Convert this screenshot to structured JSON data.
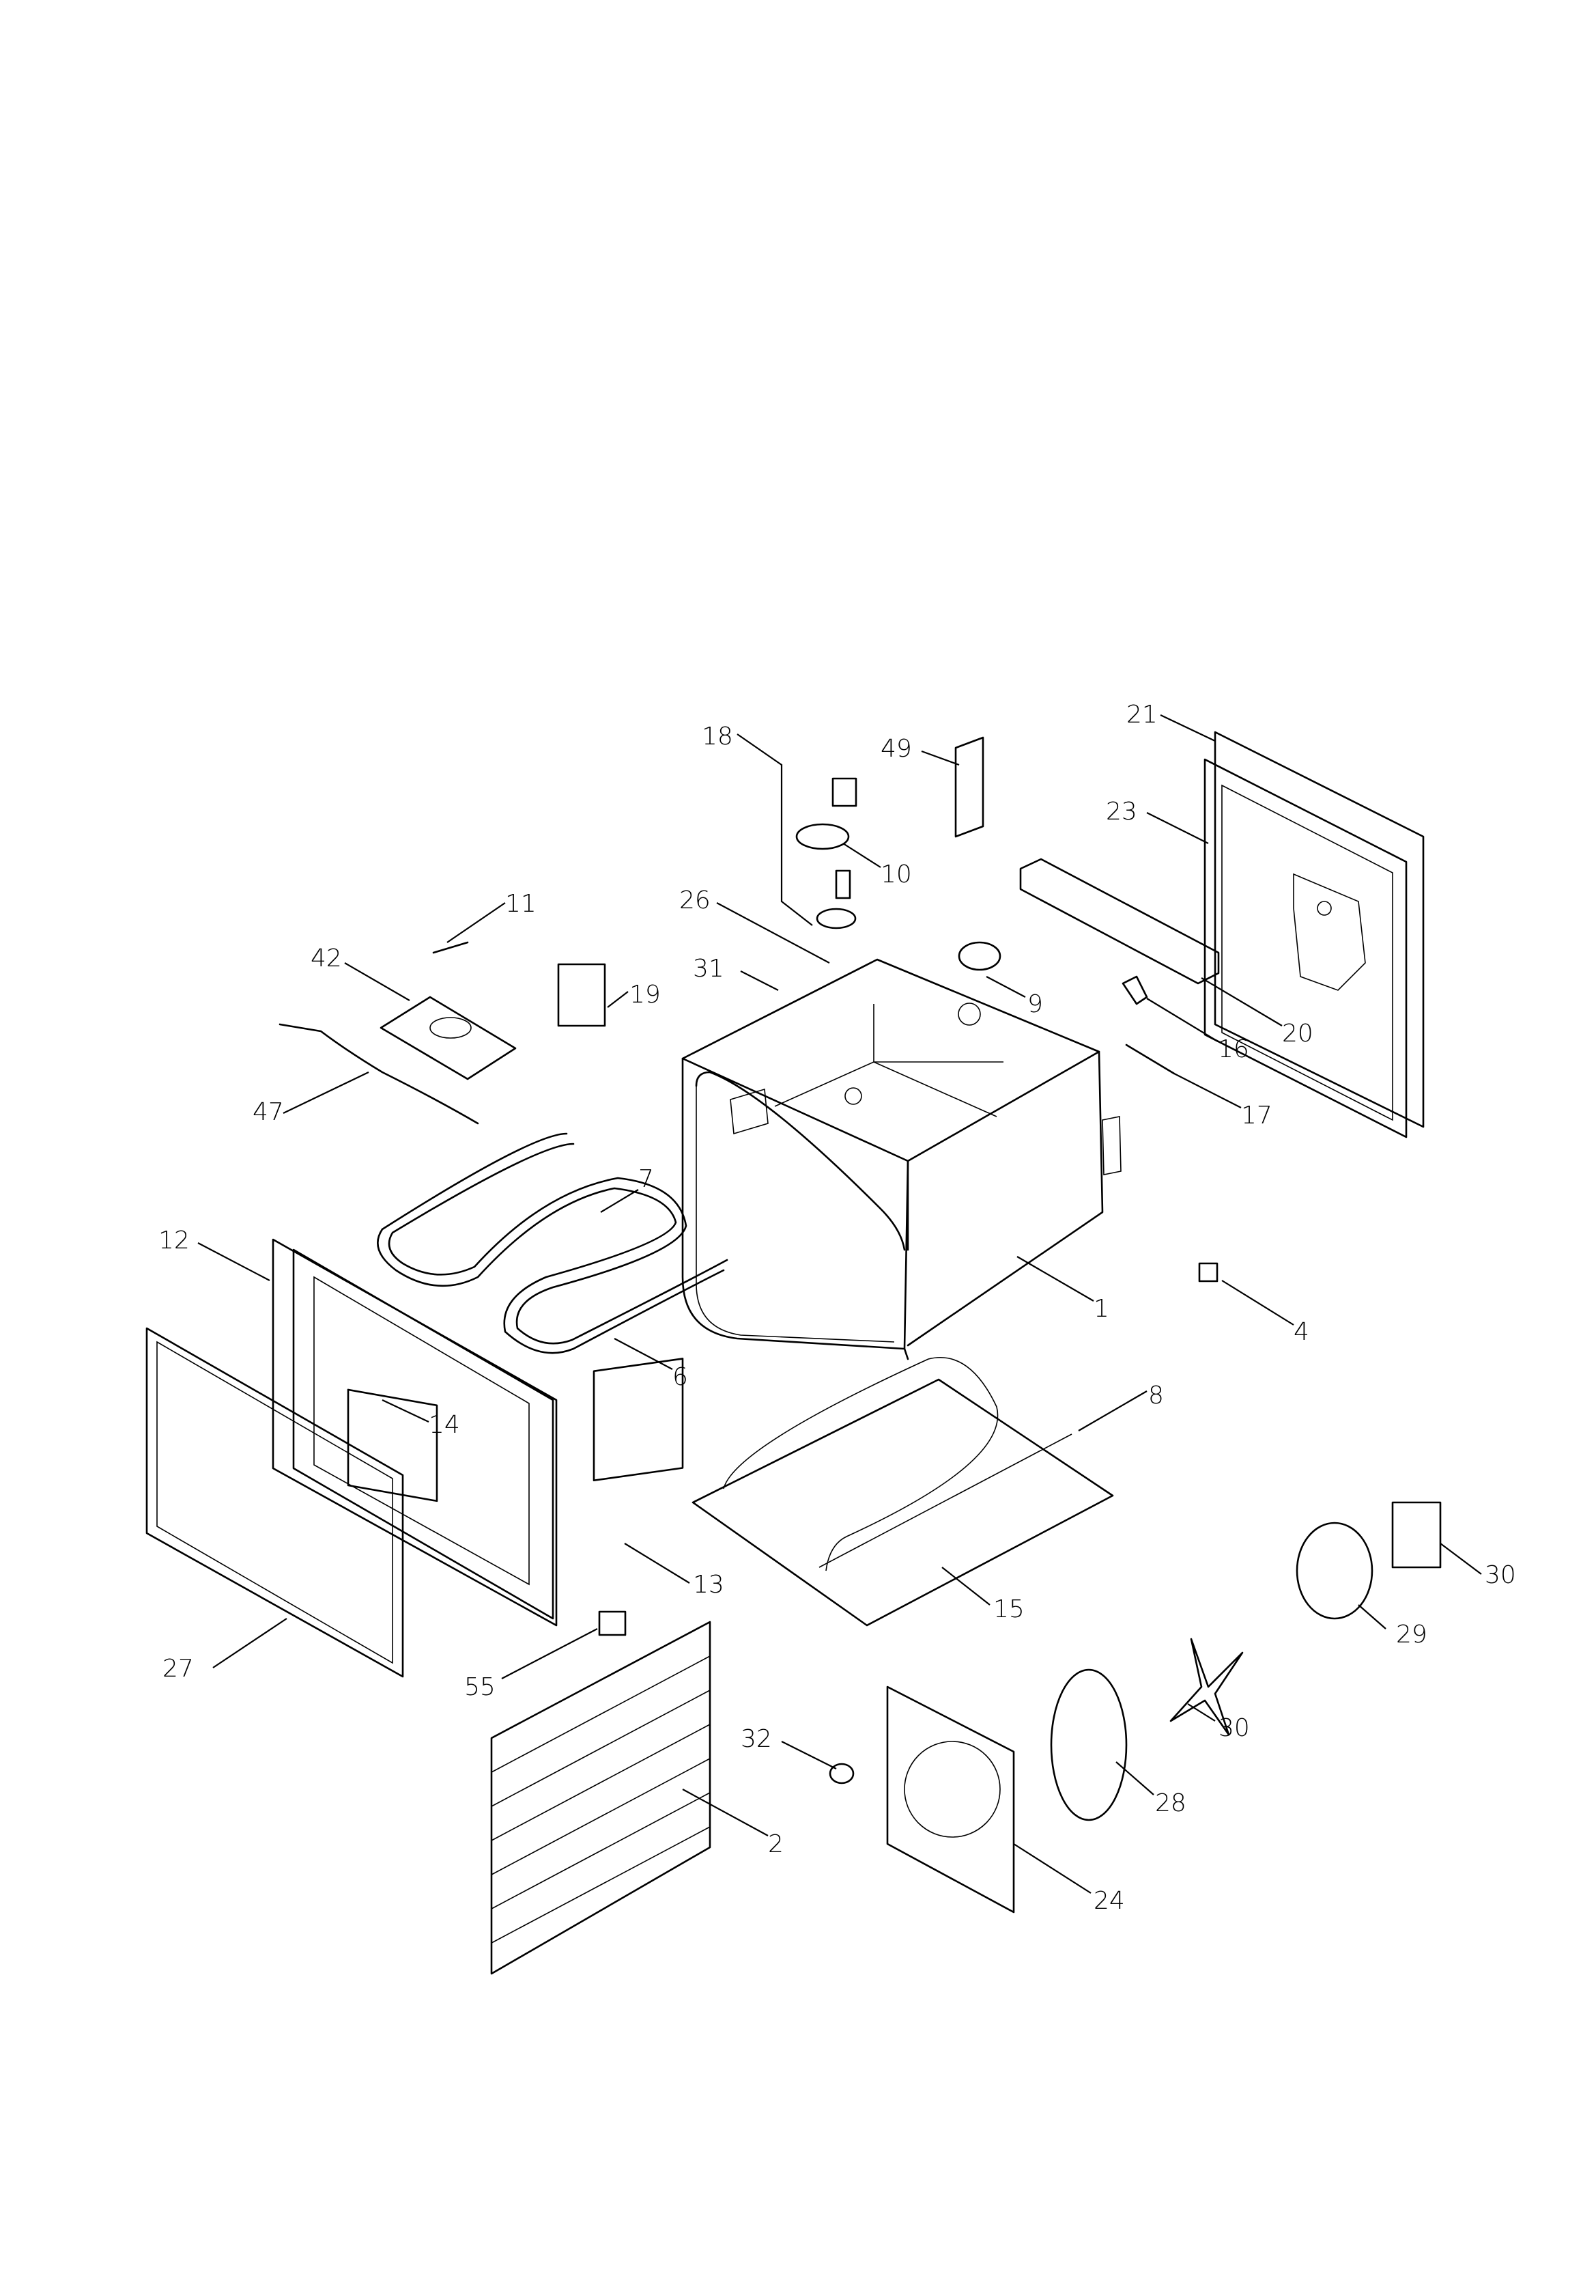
{
  "diagram": {
    "callouts": [
      {
        "id": "1",
        "text": "1"
      },
      {
        "id": "2",
        "text": "2"
      },
      {
        "id": "4",
        "text": "4"
      },
      {
        "id": "6",
        "text": "6"
      },
      {
        "id": "7",
        "text": "7"
      },
      {
        "id": "8",
        "text": "8"
      },
      {
        "id": "9",
        "text": "9"
      },
      {
        "id": "10",
        "text": "10"
      },
      {
        "id": "11",
        "text": "11"
      },
      {
        "id": "12",
        "text": "12"
      },
      {
        "id": "13",
        "text": "13"
      },
      {
        "id": "14",
        "text": "14"
      },
      {
        "id": "15",
        "text": "15"
      },
      {
        "id": "16",
        "text": "16"
      },
      {
        "id": "17",
        "text": "17"
      },
      {
        "id": "18",
        "text": "18"
      },
      {
        "id": "19",
        "text": "19"
      },
      {
        "id": "20",
        "text": "20"
      },
      {
        "id": "21",
        "text": "21"
      },
      {
        "id": "23",
        "text": "23"
      },
      {
        "id": "24",
        "text": "24"
      },
      {
        "id": "26",
        "text": "26"
      },
      {
        "id": "27",
        "text": "27"
      },
      {
        "id": "28",
        "text": "28"
      },
      {
        "id": "29",
        "text": "29"
      },
      {
        "id": "30a",
        "text": "30"
      },
      {
        "id": "30b",
        "text": "30"
      },
      {
        "id": "31",
        "text": "31"
      },
      {
        "id": "32",
        "text": "32"
      },
      {
        "id": "42",
        "text": "42"
      },
      {
        "id": "47",
        "text": "47"
      },
      {
        "id": "49",
        "text": "49"
      },
      {
        "id": "55",
        "text": "55"
      }
    ]
  }
}
